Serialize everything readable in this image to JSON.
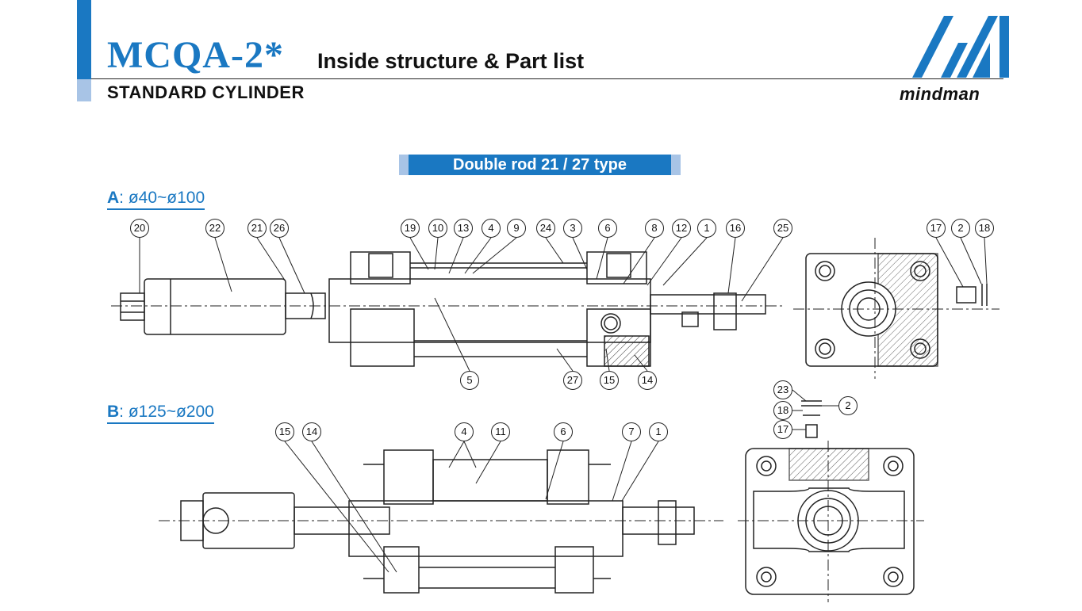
{
  "header": {
    "model": "MCQA-2*",
    "subtitle": "Inside structure & Part list",
    "series": "STANDARD CYLINDER",
    "brand": "mindman",
    "logo_letter": "M"
  },
  "colors": {
    "accent": "#1a78c2",
    "accent_light": "#a8c4e6",
    "line": "#222222"
  },
  "banner": "Double rod 21 / 27 type",
  "section_a": {
    "letter": "A",
    "range": ": ø40~ø100"
  },
  "section_b": {
    "letter": "B",
    "range": ": ø125~ø200"
  },
  "callouts_a": [
    "20",
    "22",
    "21",
    "26",
    "19",
    "10",
    "13",
    "4",
    "9",
    "24",
    "3",
    "6",
    "8",
    "12",
    "1",
    "16",
    "25",
    "5",
    "27",
    "15",
    "14"
  ],
  "callouts_a_end": [
    "17",
    "2",
    "18"
  ],
  "callouts_b": [
    "15",
    "14",
    "4",
    "11",
    "6",
    "7",
    "1"
  ],
  "callouts_b_end": [
    "23",
    "18",
    "2",
    "17"
  ]
}
